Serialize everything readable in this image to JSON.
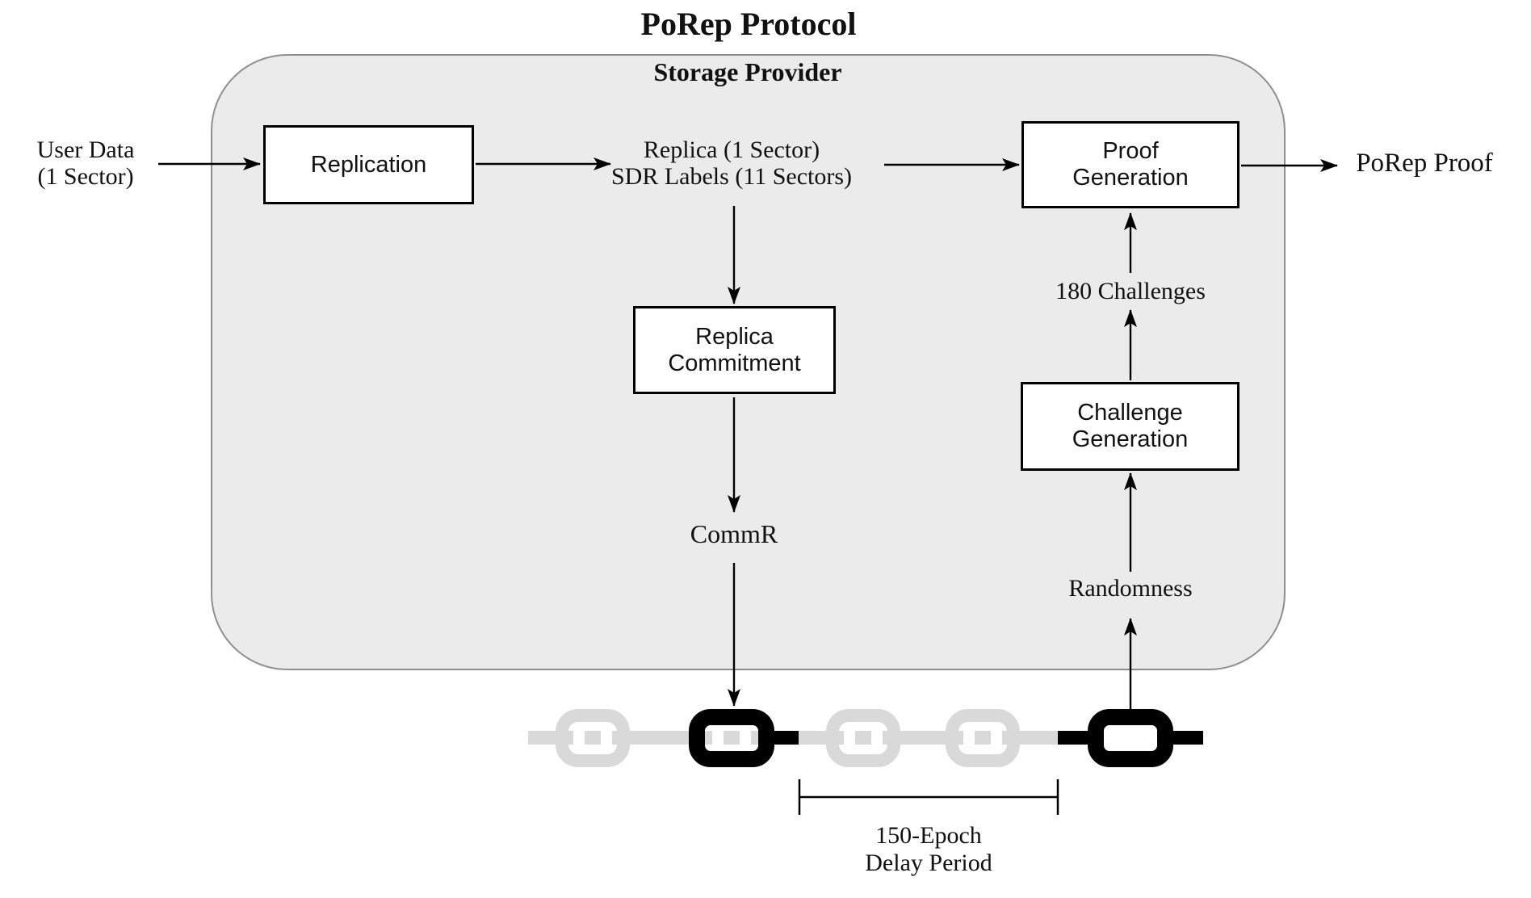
{
  "page": {
    "title": "PoRep Protocol"
  },
  "storage_provider": {
    "label": "Storage Provider",
    "fill": "#ebebeb",
    "border_color": "#8f8f8f"
  },
  "nodes": {
    "replication": {
      "label": "Replication"
    },
    "replica_commitment": {
      "label": "Replica\nCommitment"
    },
    "proof_generation": {
      "label": "Proof\nGeneration"
    },
    "challenge_generation": {
      "label": "Challenge\nGeneration"
    }
  },
  "labels": {
    "user_data": "User Data\n(1 Sector)",
    "replica_output": "Replica (1 Sector)\nSDR Labels (11 Sectors)",
    "commr": "CommR",
    "challenges": "180 Challenges",
    "randomness": "Randomness",
    "porep_proof": "PoRep Proof",
    "delay_period": "150-Epoch\nDelay Period"
  },
  "chain": {
    "gray_link_color": "#d9d9d9",
    "black_link_color": "#000000",
    "gray_links": 3,
    "black_links": 2
  },
  "colors": {
    "box_border": "#000000",
    "arrow": "#000000",
    "text": "#111111",
    "background": "#ffffff"
  }
}
